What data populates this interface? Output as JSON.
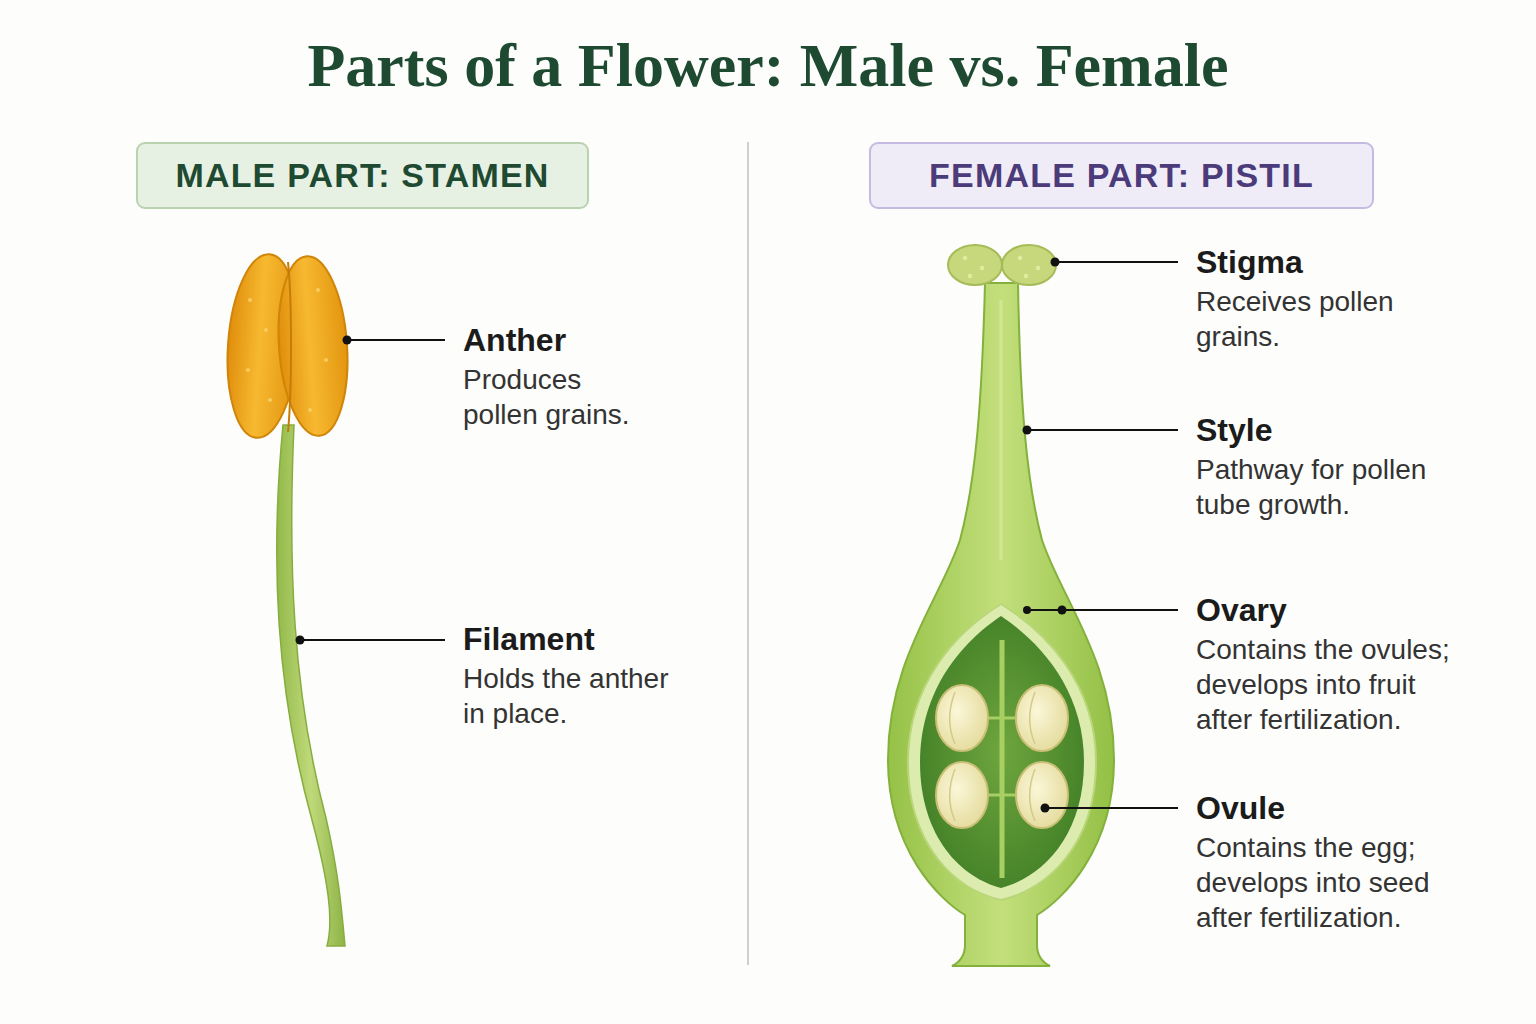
{
  "diagram": {
    "title": "Parts of a Flower: Male vs. Female",
    "nodes": [
      {
        "text": [
          "MALE PART: STAMEN"
        ]
      },
      {
        "text": [
          "FEMALE PART: PISTIL"
        ]
      }
    ],
    "labels": [
      "Anther",
      "Produces pollen grains.",
      "Filament",
      "Holds the anther in place.",
      "Stigma",
      "Receives pollen grains.",
      "Style",
      "Pathway for pollen tube growth.",
      "Ovary",
      "Contains the ovules; develops into fruit after fertilization.",
      "Ovule",
      "Contains the egg; develops into seed after fertilization."
    ]
  }
}
